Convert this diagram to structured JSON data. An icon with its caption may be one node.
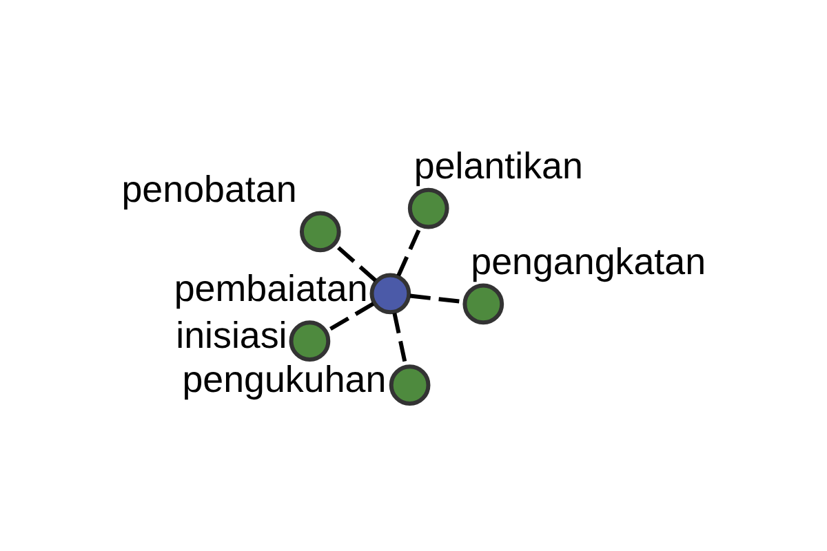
{
  "diagram": {
    "nodes": [
      {
        "text": [
          "penobatan"
        ]
      },
      {
        "text": [
          "pengangkatan"
        ]
      },
      {
        "text": [
          "pengukuhan"
        ]
      },
      {
        "text": [
          "pembaiatan"
        ]
      },
      {
        "text": [
          "pelantikan"
        ]
      },
      {
        "text": [
          "inisiasi"
        ]
      }
    ],
    "edges": [
      {
        "from": 3,
        "to": 0,
        "arrow": "none",
        "style": "dashed"
      },
      {
        "from": 3,
        "to": 1,
        "arrow": "none",
        "style": "dashed"
      },
      {
        "from": 3,
        "to": 2,
        "arrow": "none",
        "style": "dashed"
      },
      {
        "from": 3,
        "to": 4,
        "arrow": "none",
        "style": "dashed"
      },
      {
        "from": 3,
        "to": 5,
        "arrow": "none",
        "style": "dashed"
      }
    ]
  }
}
